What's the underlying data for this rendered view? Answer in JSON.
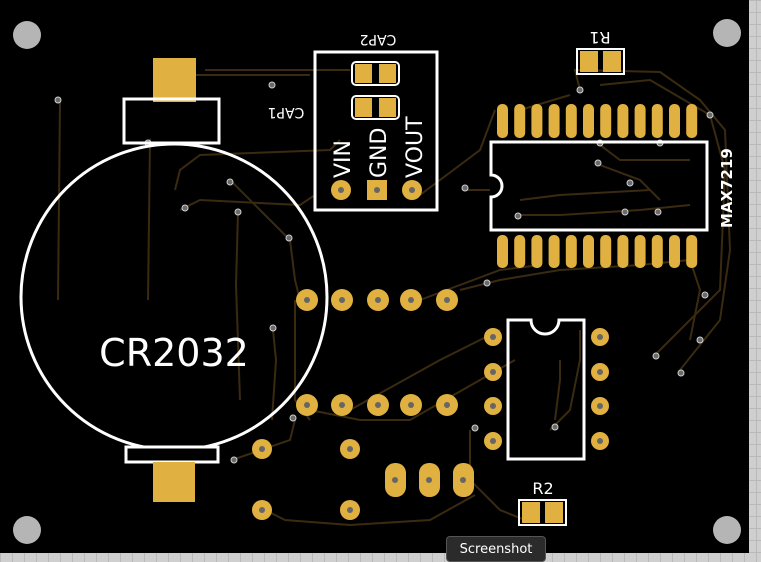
{
  "board": {
    "colors": {
      "substrate": "#000000",
      "copper": "#e0b040",
      "silk": "#ffffff",
      "trace": "#3a2a10"
    },
    "labels": {
      "battery": "CR2032",
      "cap1": "CAP1",
      "cap2": "CAP2",
      "vin": "VIN",
      "gnd": "GND",
      "vout": "VOUT",
      "r1": "R1",
      "r2": "R2",
      "ic": "MAX7219"
    }
  },
  "tooltip": {
    "label": "Screenshot"
  }
}
